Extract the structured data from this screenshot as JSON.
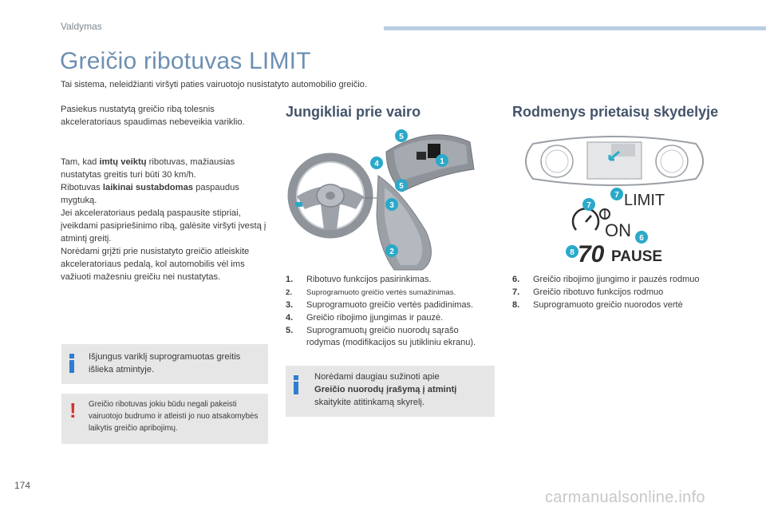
{
  "header": {
    "section": "Valdymas"
  },
  "title": "Greičio ribotuvas LIMIT",
  "intro": "Tai sistema, neleidžianti viršyti paties vairuotojo nusistatyto automobilio greičio.",
  "left": {
    "p1": "Pasiekus nustatytą greičio ribą tolesnis akceleratoriaus spaudimas nebeveikia variklio.",
    "p2_a": "Tam, kad ",
    "p2_b": "imtų veiktų",
    "p2_c": " ribotuvas, mažiausias nustatytas greitis turi būti 30 km/h.",
    "p3_a": "Ribotuvas ",
    "p3_b": "laikinai sustabdomas",
    "p3_c": " paspaudus mygtuką.",
    "p4": "Jei akceleratoriaus pedalą paspausite stipriai, įveikdami pasipriešinimo ribą, galėsite viršyti įvestą į atmintį greitį.",
    "p5": "Norėdami grįžti prie nusistatyto greičio atleiskite akceleratoriaus pedalą, kol automobilis vėl ims važiuoti mažesniu greičiu nei nustatytas.",
    "info": "Išjungus variklį suprogramuotas greitis išlieka atmintyje.",
    "warning": "Greičio ribotuvas jokiu būdu negali pakeisti vairuotojo budrumo ir atleisti jo nuo atsakomybės laikytis greičio apribojimų."
  },
  "middle": {
    "heading": "Jungikliai prie vairo",
    "callouts": [
      "5",
      "4",
      "1",
      "5",
      "3",
      "2"
    ],
    "legend": [
      {
        "n": "1.",
        "t": "Ribotuvo funkcijos pasirinkimas.",
        "small": false
      },
      {
        "n": "2.",
        "t": "Suprogramuoto greičio vertės sumažinimas.",
        "small": true
      },
      {
        "n": "3.",
        "t": "Suprogramuoto greičio vertės padidinimas.",
        "small": false
      },
      {
        "n": "4.",
        "t": "Greičio ribojimo įjungimas ir pauzė.",
        "small": false
      },
      {
        "n": "5.",
        "t": "Suprogramuotų greičio nuorodų sąrašo rodymas (modifikacijos su jutikliniu ekranu).",
        "small": false
      }
    ],
    "info_a": "Norėdami daugiau sužinoti apie",
    "info_b": "Greičio nuorodų įrašymą į atmintį",
    "info_c": "skaitykite atitinkamą skyrelį."
  },
  "right": {
    "heading": "Rodmenys prietaisų skydelyje",
    "display": {
      "limit": "LIMIT",
      "on": "ON",
      "speed": "70",
      "pause": "PAUSE"
    },
    "callouts": [
      "7",
      "7",
      "6",
      "8"
    ],
    "legend": [
      {
        "n": "6.",
        "t": "Greičio ribojimo įjungimo ir pauzės rodmuo"
      },
      {
        "n": "7.",
        "t": "Greičio ribotuvo funkcijos rodmuo"
      },
      {
        "n": "8.",
        "t": "Suprogramuoto greičio nuorodos vertė"
      }
    ]
  },
  "footer": {
    "page": "174",
    "watermark": "carmanualsonline.info"
  },
  "colors": {
    "accent": "#6d8fb3",
    "callout": "#2aa9c9",
    "box": "#e6e6e6",
    "info": "#2e7dd1",
    "warning": "#d4312c"
  }
}
